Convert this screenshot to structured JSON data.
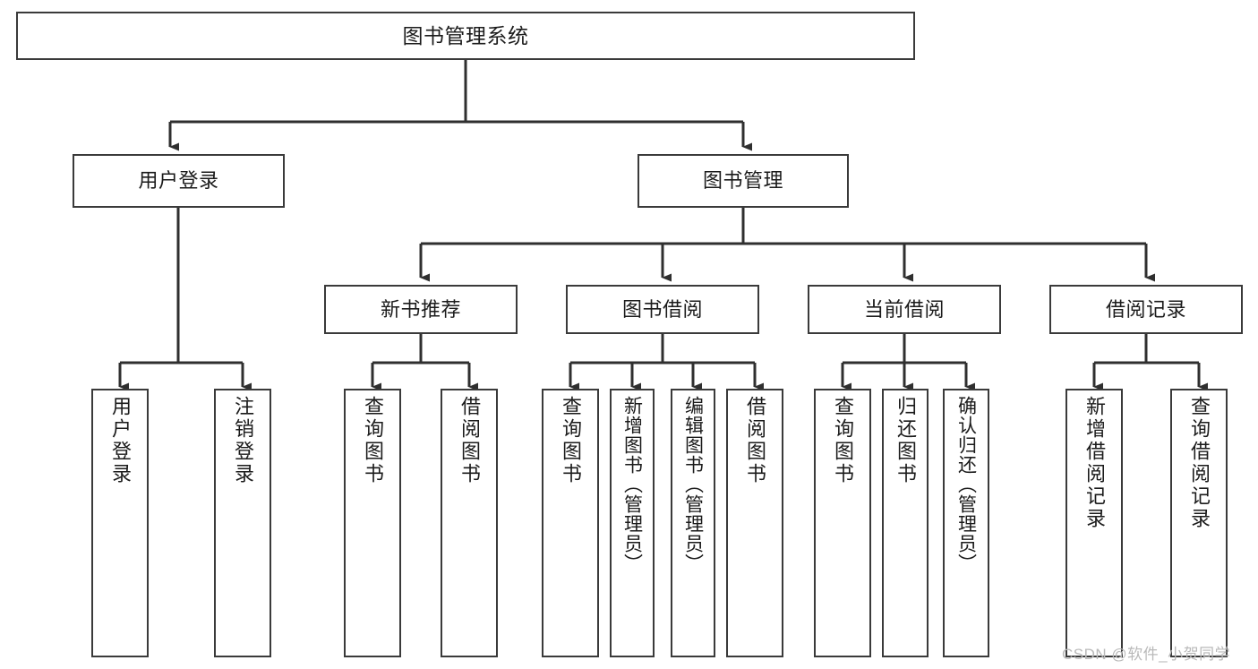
{
  "diagram": {
    "title": "图书管理系统",
    "type": "tree",
    "watermark": "CSDN @软件_小贺同学",
    "colors": {
      "border": "#3a3a3a",
      "edge": "#2f2f2f",
      "background": "#ffffff",
      "text": "#1b1b1b",
      "watermark": "#b9b9b9"
    },
    "nodes": {
      "root": {
        "label": "图书管理系统"
      },
      "level1": [
        {
          "id": "user-login",
          "label": "用户登录"
        },
        {
          "id": "book-manage",
          "label": "图书管理"
        }
      ],
      "level2": [
        {
          "id": "new-book-recommend",
          "label": "新书推荐"
        },
        {
          "id": "book-borrow",
          "label": "图书借阅"
        },
        {
          "id": "current-borrow",
          "label": "当前借阅"
        },
        {
          "id": "borrow-record",
          "label": "借阅记录"
        }
      ],
      "leaves": {
        "user-login": [
          {
            "id": "leaf-user-login",
            "label": "用户登录"
          },
          {
            "id": "leaf-logout-login",
            "label": "注销登录"
          }
        ],
        "new-book-recommend": [
          {
            "id": "leaf-query-book-1",
            "label": "查询图书"
          },
          {
            "id": "leaf-borrow-book-1",
            "label": "借阅图书"
          }
        ],
        "book-borrow": [
          {
            "id": "leaf-query-book-2",
            "label": "查询图书"
          },
          {
            "id": "leaf-add-book",
            "label": "新增图书（管理员）"
          },
          {
            "id": "leaf-edit-book",
            "label": "编辑图书（管理员）"
          },
          {
            "id": "leaf-borrow-book-2",
            "label": "借阅图书"
          }
        ],
        "current-borrow": [
          {
            "id": "leaf-query-book-3",
            "label": "查询图书"
          },
          {
            "id": "leaf-return-book",
            "label": "归还图书"
          },
          {
            "id": "leaf-confirm-return",
            "label": "确认归还（管理员）"
          }
        ],
        "borrow-record": [
          {
            "id": "leaf-add-record",
            "label": "新增借阅记录"
          },
          {
            "id": "leaf-query-record",
            "label": "查询借阅记录"
          }
        ]
      }
    }
  }
}
